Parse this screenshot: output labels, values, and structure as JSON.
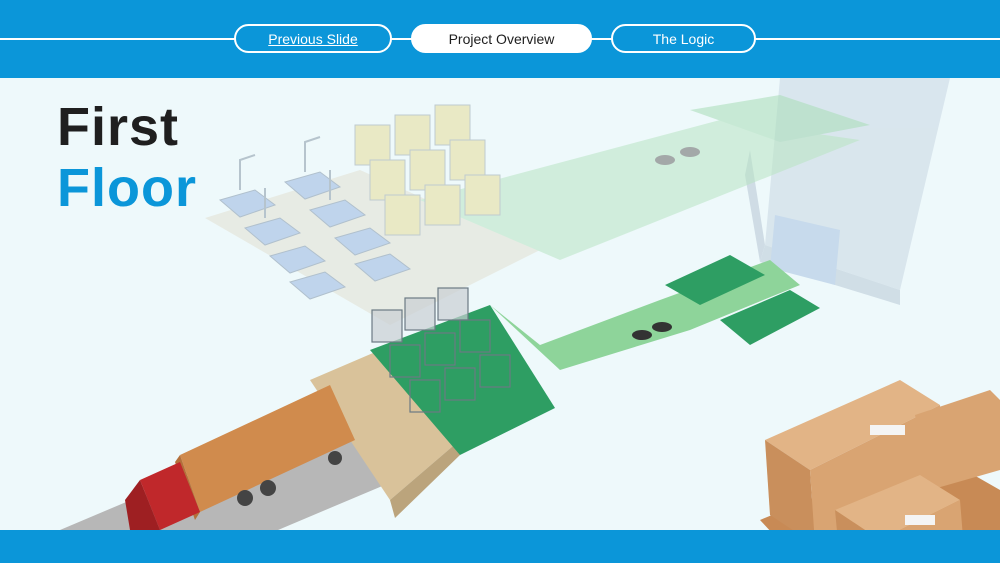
{
  "nav": {
    "previous_label": "Previous Slide",
    "overview_label": "Project Overview",
    "logic_label": "The Logic"
  },
  "heading": {
    "line1": "First",
    "line2": "Floor"
  },
  "colors": {
    "bar_blue": "#0b96d9",
    "stage_bg": "#eef9fb",
    "heading_dark": "#1f1f1f",
    "heading_blue": "#0b96d9",
    "floor_green": "#2e9e63",
    "conveyor_green": "#8ed49a",
    "truck_cab": "#c0282b",
    "truck_trailer": "#d08b4d",
    "box_cardboard": "#d9a472"
  },
  "icons": [
    "warehouse-building-illustration",
    "delivery-truck-illustration",
    "cardboard-boxes-illustration",
    "robot-arm-illustration"
  ]
}
